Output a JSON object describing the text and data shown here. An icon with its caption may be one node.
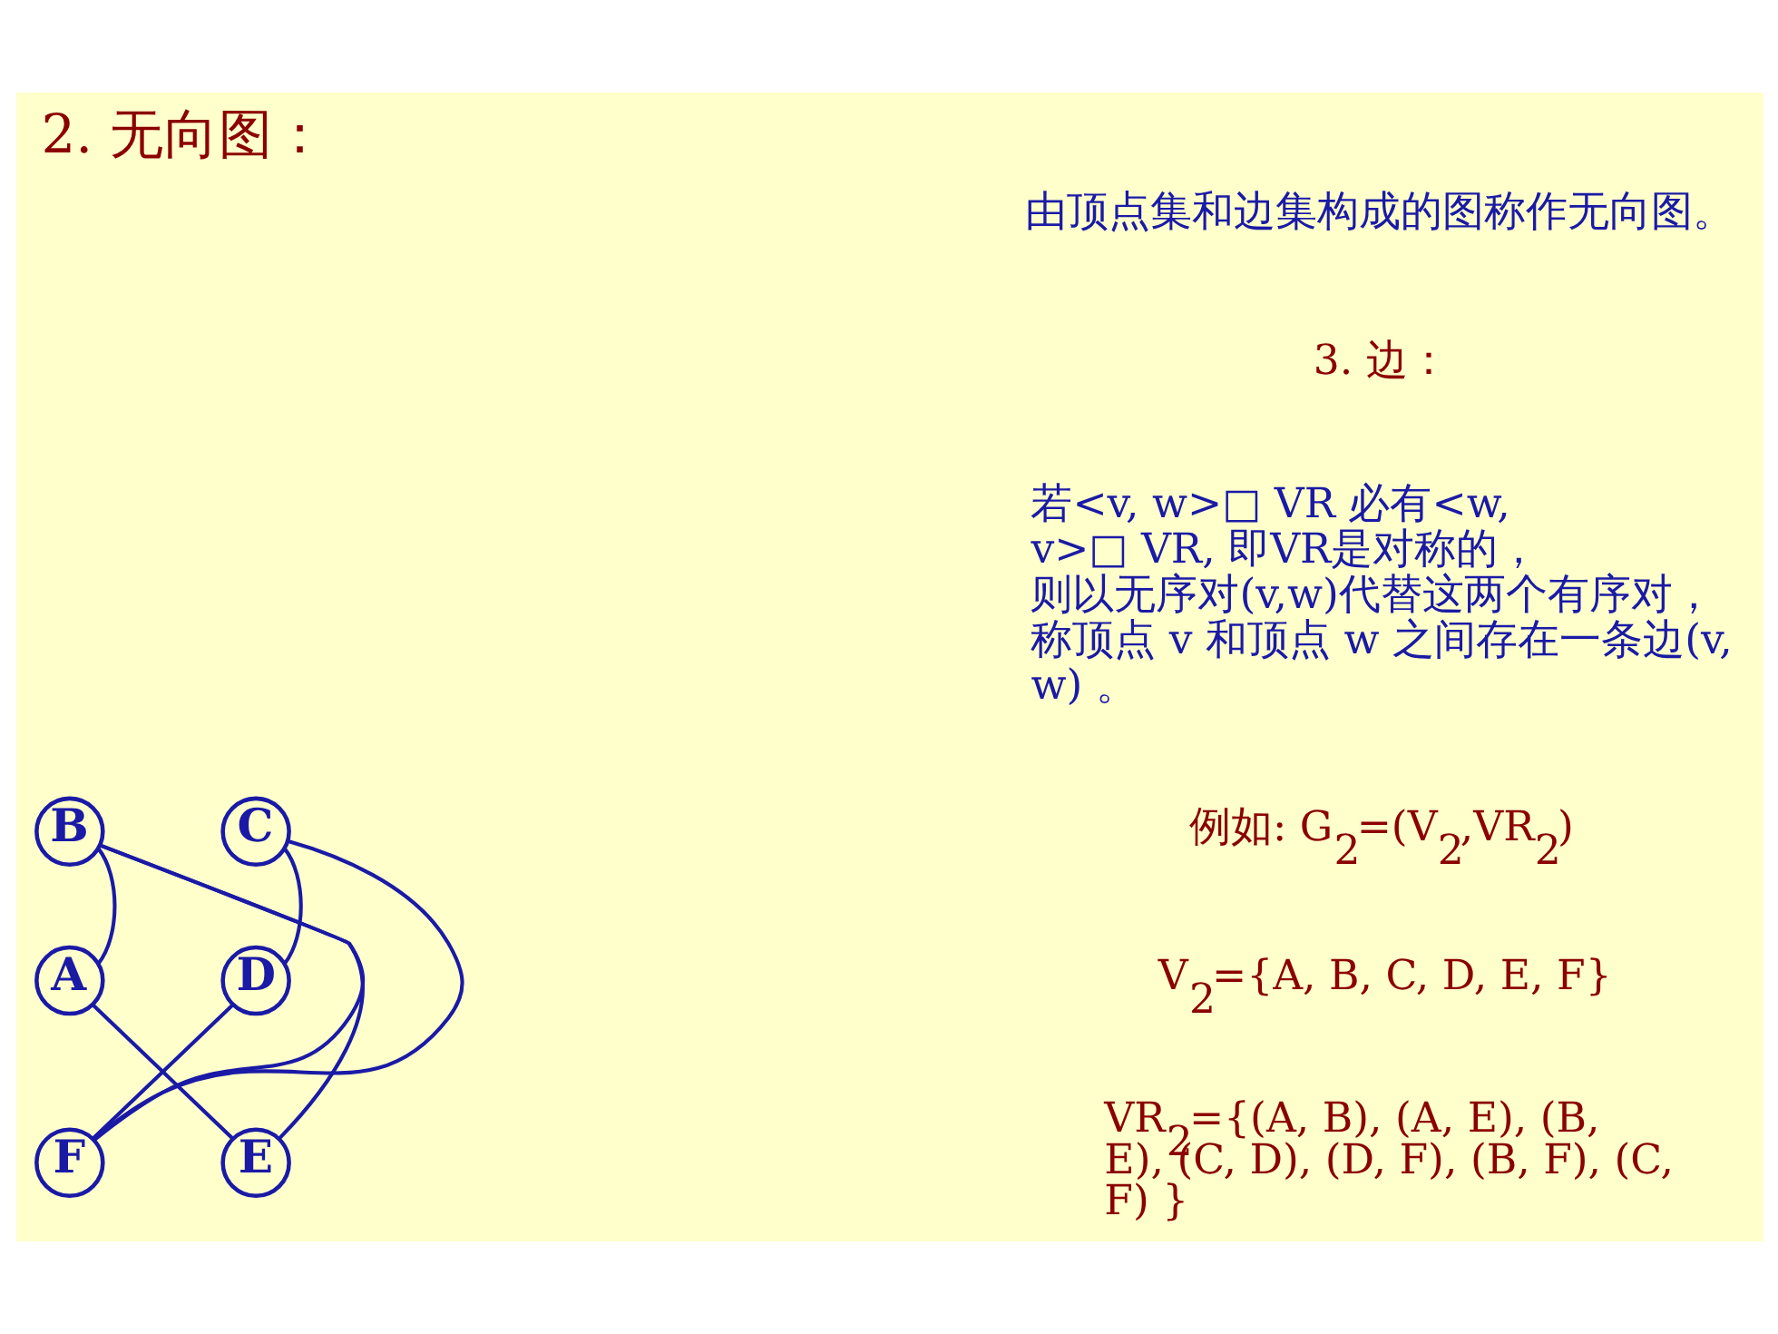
{
  "diagram": {
    "title": "2. 无向图：",
    "nodes": [
      {
        "text": [
          "A"
        ]
      },
      {
        "text": [
          "B"
        ]
      },
      {
        "text": [
          "C"
        ]
      },
      {
        "text": [
          "D"
        ]
      },
      {
        "text": [
          "E"
        ]
      },
      {
        "text": [
          "F"
        ]
      }
    ],
    "edges": [
      {
        "from": 0,
        "to": 1,
        "arrow": "none"
      },
      {
        "from": 0,
        "to": 4,
        "arrow": "none"
      },
      {
        "from": 1,
        "to": 4,
        "arrow": "none"
      },
      {
        "from": 2,
        "to": 3,
        "arrow": "none"
      },
      {
        "from": 3,
        "to": 5,
        "arrow": "none"
      },
      {
        "from": 1,
        "to": 5,
        "arrow": "none"
      },
      {
        "from": 2,
        "to": 5,
        "arrow": "none"
      }
    ],
    "labels": [
      "由顶点集和边集构成的图称作无向图。",
      "3. 边：",
      "若<v, w>□ VR 必有<w, v>□ VR, 即VR是对称的，则以无序对(v,w)代替这两个有序对，称顶点 v 和顶点 w 之间存在一条边(v,w) 。",
      "例如: G$_{2}$=(V$_{2}$,VR$_{2}$)",
      "V$_{2}$={A, B, C, D, E, F}",
      "VR$_{2}$={(A, B), (A, E), (B, E), (C, D), (D, F), (B, F), (C, F) }"
    ]
  }
}
